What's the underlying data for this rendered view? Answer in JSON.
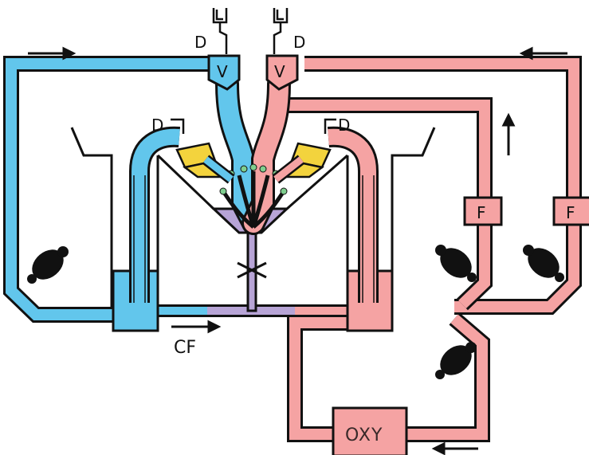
{
  "labels": {
    "drain": "D",
    "vent": "V",
    "filter": "F",
    "oxygenator": "OXY",
    "collecting_flow": "CF"
  },
  "colors": {
    "venous": "#62c6ec",
    "arterial": "#f5a3a3",
    "mixed": "#b7a4d6",
    "valve": "#f3d33d",
    "dot": "#7fcf8f",
    "outline": "#111111"
  },
  "icons": [
    "arrow-right-icon",
    "arrow-left-icon",
    "arrow-up-icon",
    "pump-icon",
    "valve-icon",
    "cross-icon",
    "drain-connector-icon"
  ]
}
